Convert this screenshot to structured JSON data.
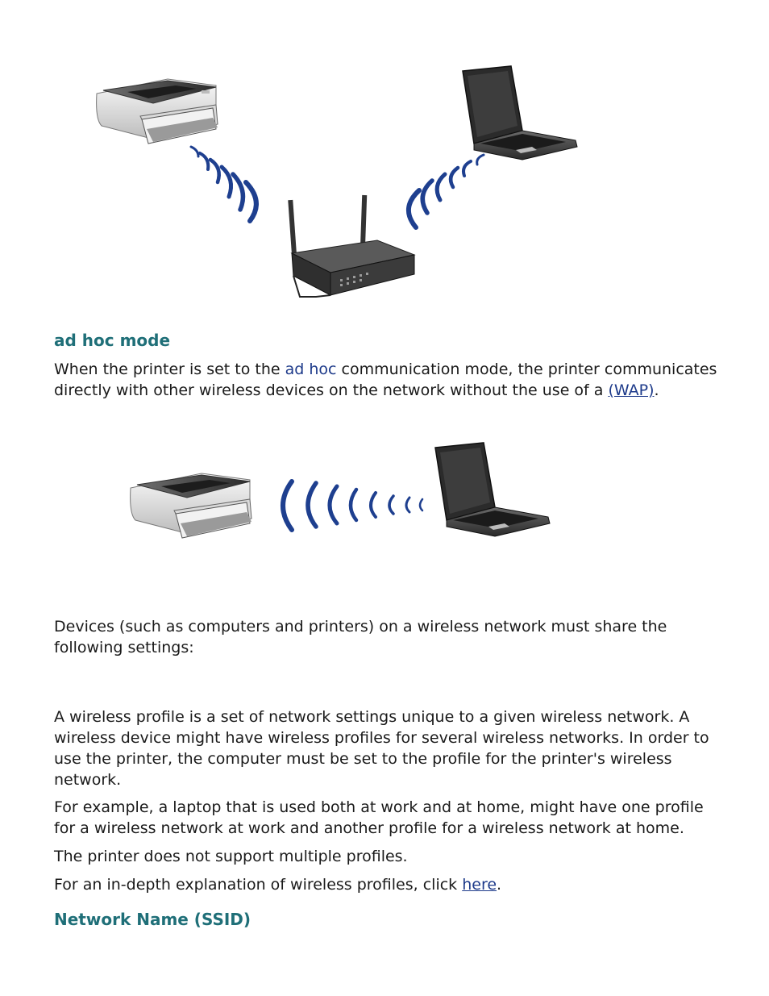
{
  "diagram1": {
    "devices": [
      {
        "name": "printer",
        "icon": "printer-icon"
      },
      {
        "name": "laptop",
        "icon": "laptop-icon"
      },
      {
        "name": "wireless-access-point",
        "icon": "router-icon"
      }
    ],
    "signal_color": "#1e3f8f"
  },
  "adhoc": {
    "heading": "ad hoc mode",
    "para_before": "When the printer is set to the ",
    "para_term": "ad hoc",
    "para_middle": " communication mode, the printer communicates directly with other wireless devices on the network without the use of a ",
    "para_link": "(WAP)",
    "para_end": "."
  },
  "diagram2": {
    "devices": [
      {
        "name": "printer",
        "icon": "printer-icon"
      },
      {
        "name": "laptop",
        "icon": "laptop-icon"
      }
    ],
    "signal_color": "#1e3f8f"
  },
  "settings_intro": "Devices (such as computers and printers) on a wireless network must share the following settings:",
  "profile": {
    "para1": "A wireless profile is a set of network settings unique to a given wireless network. A wireless device might have wireless profiles for several wireless networks. In order to use the printer, the computer must be set to the profile for the printer's wireless network.",
    "para2": "For example, a laptop that is used both at work and at home, might have one profile for a wireless network at work and another profile for a wireless network at home.",
    "para3": "The printer does not support multiple profiles.",
    "para4_before": "For an in-depth explanation of wireless profiles, click ",
    "para4_link": "here",
    "para4_end": "."
  },
  "ssid_heading": "Network Name (SSID)"
}
